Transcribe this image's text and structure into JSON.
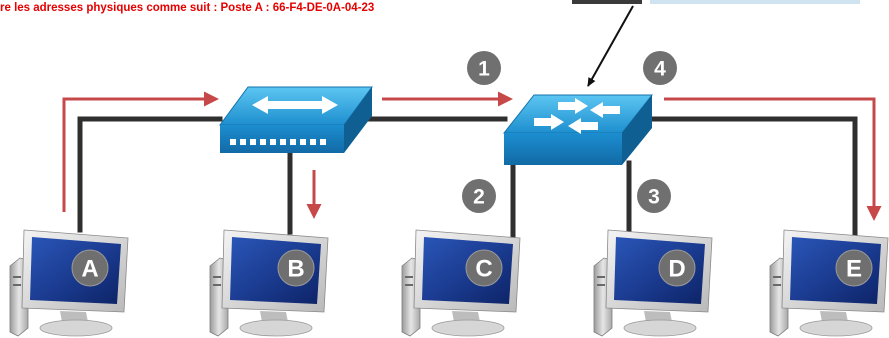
{
  "caption": "re les adresses physiques comme suit : Poste A : 66-F4-DE-0A-04-23",
  "steps": [
    "1",
    "2",
    "3",
    "4"
  ],
  "computers": [
    "A",
    "B",
    "C",
    "D",
    "E"
  ],
  "colors": {
    "caption": "#e60000",
    "flow_arrow": "#c64848",
    "cable": "#2f2f2f",
    "device_blue": "#1f9ad8",
    "screen_blue": "#1c3d8c",
    "step_badge": "#707070"
  }
}
